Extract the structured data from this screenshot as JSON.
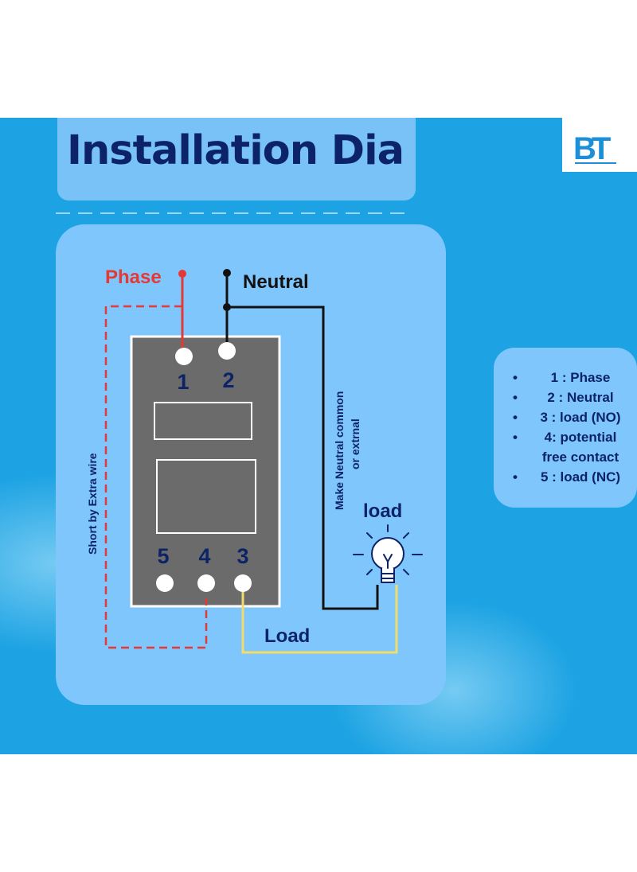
{
  "title": "Installation Dia",
  "logo": {
    "text": "BT"
  },
  "diagram": {
    "phase_label": "Phase",
    "neutral_label": "Neutral",
    "terminals_top": [
      "1",
      "2"
    ],
    "terminals_bottom": [
      "5",
      "4",
      "3"
    ],
    "short_label": "Short by Extra wire",
    "neutral_note_line1": "Make Neutral common",
    "neutral_note_line2": "or extrnal",
    "lamp_label": "load",
    "load_wire_label": "Load"
  },
  "legend": {
    "items": [
      "1 : Phase",
      "2 : Neutral",
      "3 : load (NO)",
      "4: potential",
      "free contact",
      "5 : load (NC)"
    ],
    "bullets": [
      true,
      true,
      true,
      true,
      false,
      true
    ]
  },
  "colors": {
    "background": "#1da3e3",
    "panel": "#7ec6fb",
    "navy_text": "#0c2467",
    "phase_wire": "#e53935",
    "neutral_wire": "#111111",
    "load_wire": "#f2dd6a",
    "device_body": "#6b6b6b"
  }
}
